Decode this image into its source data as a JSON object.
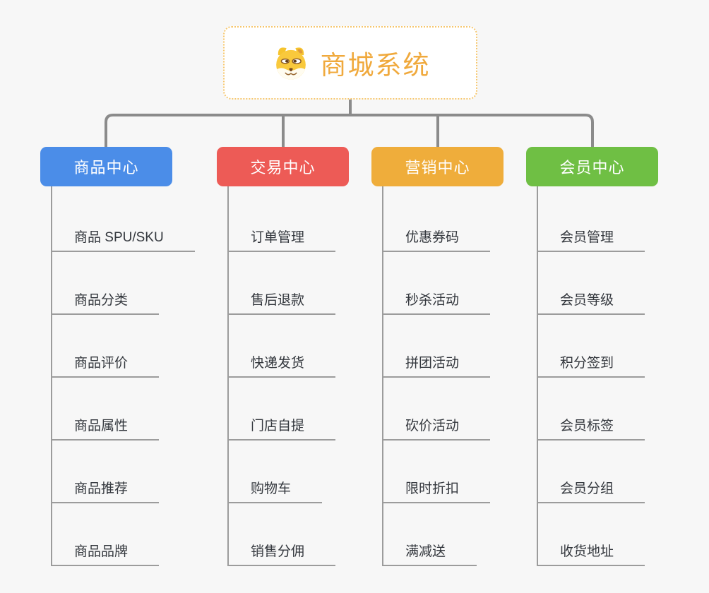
{
  "page": {
    "background": "#F7F7F7"
  },
  "root": {
    "title": "商城系统",
    "icon": "doge-icon",
    "title_color": "#F0A93C",
    "border_color": "#F6C76F"
  },
  "connectors": {
    "tree_line_color": "#8B8B8B",
    "branch_line_color": "#9C9C9C"
  },
  "branches": [
    {
      "label": "商品中心",
      "color": "#4B8DE8",
      "items": [
        "商品 SPU/SKU",
        "商品分类",
        "商品评价",
        "商品属性",
        "商品推荐",
        "商品品牌"
      ]
    },
    {
      "label": "交易中心",
      "color": "#ED5B56",
      "items": [
        "订单管理",
        "售后退款",
        "快递发货",
        "门店自提",
        "购物车",
        "销售分佣"
      ]
    },
    {
      "label": "营销中心",
      "color": "#EFAD3B",
      "items": [
        "优惠券码",
        "秒杀活动",
        "拼团活动",
        "砍价活动",
        "限时折扣",
        "满减送"
      ]
    },
    {
      "label": "会员中心",
      "color": "#6FBF44",
      "items": [
        "会员管理",
        "会员等级",
        "积分签到",
        "会员标签",
        "会员分组",
        "收货地址"
      ]
    }
  ]
}
